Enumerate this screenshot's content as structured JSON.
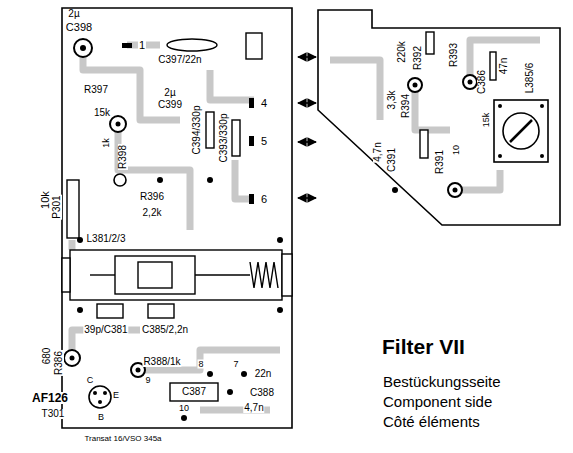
{
  "diagram": {
    "title": "Filter VII",
    "labels": [
      "2µ",
      "C398",
      "1",
      "C397/22n",
      "R397",
      "2µ",
      "C399",
      "4",
      "15k",
      "C394/330p",
      "C393/330p",
      "5",
      "1k",
      "R398",
      "R396",
      "2,2k",
      "6",
      "10k",
      "P301",
      "L381/2/3",
      "39p/C381",
      "C385/2,2n",
      "680",
      "R386",
      "R388/1k",
      "9",
      "8",
      "7",
      "22n",
      "C387",
      "C388",
      "4,7n",
      "10",
      "AF126",
      "T301",
      "C",
      "E",
      "B",
      "Transat 16/VSO 345a",
      "220k",
      "R392",
      "R393",
      "C386",
      "47n",
      "3,3k",
      "R394",
      "15k",
      "L385/6",
      "4,7n",
      "C391",
      "R391",
      "10",
      "Bestückungsseite",
      "Component side",
      "Côté éléments"
    ]
  }
}
